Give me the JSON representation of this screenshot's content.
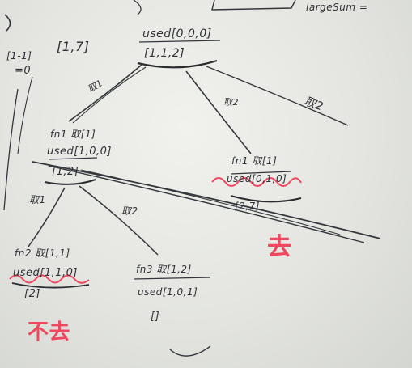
{
  "whiteboard": {
    "top_right": "largeSum =",
    "root": {
      "used": "used[0,0,0]",
      "path": "[1,1,2]"
    },
    "left_partial": "[1,7]",
    "far_left": "[1-1]",
    "far_left_eq": "=0",
    "edges": {
      "root_left": "取1",
      "root_mid": "取2",
      "root_right": "取2",
      "left_child_left": "取1",
      "left_child_right": "取2"
    },
    "node_a": {
      "header": "fn1 取[1]",
      "used": "used[1,0,0]",
      "path": "[1,2]"
    },
    "node_b": {
      "header": "fn1 取[1]",
      "used": "used[0,1,0]",
      "path": "[2,7]"
    },
    "node_c": {
      "header": "fn2 取[1,1]",
      "used": "used[1,1,0]",
      "path": "[2]"
    },
    "node_d": {
      "header": "fn3 取[1,2]",
      "used": "used[1,0,1]",
      "path": "[]"
    },
    "red_marks": {
      "skip_right": "去",
      "skip_bottom": "不去"
    },
    "colors": {
      "ink": "#2f3136",
      "red_marker": "#f0475f",
      "board": "#e6e7e3"
    }
  }
}
